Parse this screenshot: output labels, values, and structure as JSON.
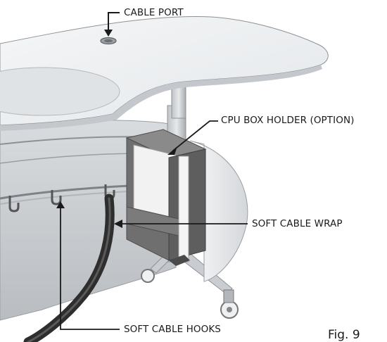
{
  "callouts": {
    "cable_port": "CABLE PORT",
    "cpu_box_holder": "CPU BOX HOLDER (OPTION)",
    "soft_cable_wrap": "SOFT CABLE WRAP",
    "soft_cable_hooks": "SOFT CABLE HOOKS"
  },
  "figure_number": "Fig. 9",
  "colors": {
    "desktop": "#eef1f3",
    "panel": "#c8cbcf",
    "cpu_holder": "#6f6f6f",
    "cable": "#3a3a3a"
  }
}
